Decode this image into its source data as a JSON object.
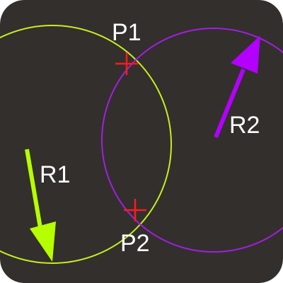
{
  "colors": {
    "background": "#332f2d",
    "circle_1": "#c6ee1e",
    "circle_2": "#a31ee0",
    "arrow_1": "#b6ff00",
    "arrow_2": "#b300ff",
    "intersection_marker": "#ff1a1a",
    "label_text": "#ffffff"
  },
  "labels": {
    "p1": "P1",
    "p2": "P2",
    "r1": "R1",
    "r2": "R2"
  },
  "elements": {
    "circle_1": "circle",
    "circle_2": "circle",
    "radius_arrow_1": "arrow",
    "radius_arrow_2": "arrow",
    "intersection_p1": "cross-marker",
    "intersection_p2": "cross-marker"
  }
}
